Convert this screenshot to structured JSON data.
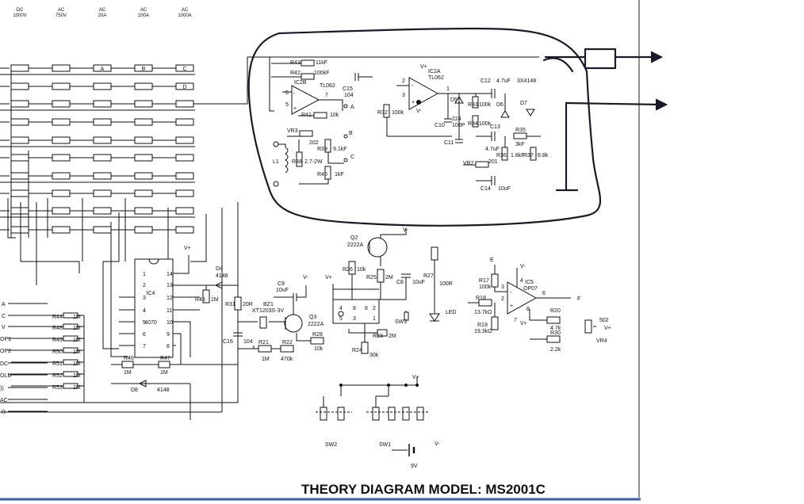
{
  "range_headers": [
    {
      "mode": "DC",
      "value": "1000V"
    },
    {
      "mode": "AC",
      "value": "750V"
    },
    {
      "mode": "AC",
      "value": "20A"
    },
    {
      "mode": "AC",
      "value": "200A"
    },
    {
      "mode": "AC",
      "value": "1000A"
    }
  ],
  "switch_letters": [
    "A",
    "B",
    "C",
    "D"
  ],
  "left_labels": [
    "A",
    "C",
    "V",
    "OP1",
    "OP2",
    "DC",
    "OLD",
    "))",
    "AC",
    "R"
  ],
  "resistor_column": [
    {
      "ref": "R44",
      "value": "1M"
    },
    {
      "ref": "R48",
      "value": "1M"
    },
    {
      "ref": "R49",
      "value": "1M"
    },
    {
      "ref": "R50",
      "value": "1M"
    },
    {
      "ref": "R51",
      "value": "1M"
    },
    {
      "ref": "R52",
      "value": "1M"
    },
    {
      "ref": "R53",
      "value": "1M"
    }
  ],
  "components": {
    "r43": "R43",
    "r43v": "11kF",
    "r42": "R42",
    "r42v": "100kF",
    "c15": "C15",
    "c15v": "104",
    "ic2b": "IC2B",
    "ic2b_type": "TL062",
    "r41": "R41",
    "r41v": "10k",
    "vr3": "VR3",
    "vr3v": "202",
    "l1": "L1",
    "r38": "R38",
    "r38v": "2.7-2W",
    "r39": "R39",
    "r39v": "9.1kF",
    "r40": "R40",
    "r40v": "1kF",
    "node_a": "A",
    "node_b": "B",
    "node_c": "C",
    "ic2a": "IC2A",
    "ic2a_type": "TL062",
    "r32": "R32",
    "r32v": "100k",
    "c10": "C10",
    "c10v": "100P",
    "c11": "C11",
    "c11v": "224",
    "d5": "D5",
    "d6": "D6",
    "d7": "D7",
    "r33": "R33",
    "r33v": "100k",
    "r34": "R34",
    "r34v": "100k",
    "c12": "C12",
    "c12v": "4.7uF",
    "c13": "C13",
    "c13v": "4.7uF",
    "diodes": "3X4148",
    "r35": "R35",
    "r35v": "3kF",
    "r36": "R36",
    "r36v": "1.8kF",
    "r37": "R37",
    "r37v": "6.8k",
    "vr2": "VR2",
    "vr2v": "201",
    "c14": "C14",
    "c14v": "10uF",
    "ic4": "IC4",
    "ic4_type": "4070",
    "d4": "D4",
    "d4v": "4148",
    "r45": "R45",
    "r45v": "1M",
    "r46": "R46",
    "r46v": "1M",
    "r47": "R47",
    "r47v": "1M",
    "d8": "D8",
    "d8v": "4148",
    "r31": "R31",
    "r31v": "20R",
    "c16": "C16",
    "c16v": "104",
    "c9": "C9",
    "c9v": "10uF",
    "bz1": "BZ1",
    "bz1v": "XT1203S-3V",
    "q3": "Q3",
    "q3v": "2222A",
    "r21": "R21",
    "r21v": "1M",
    "r22": "R22",
    "r22v": "470k",
    "r28": "R28",
    "r28v": "10k",
    "q2": "Q2",
    "q2v": "2222A",
    "r26": "R26",
    "r26v": "10k",
    "r25": "R25",
    "r25v": "2M",
    "c8": "C8",
    "c8v": "10uF",
    "r27": "R27",
    "r27v": "100R",
    "led": "LED",
    "sw3": "SW3",
    "r23": "R23",
    "r23v": "2M",
    "r24": "R24",
    "r24v": "30k",
    "r17": "R17",
    "r17v": "100k",
    "r18": "R18",
    "r18v": "13.7kΩ",
    "r19": "R19",
    "r19v": "19.3kΩ",
    "ic5": "IC5",
    "ic5_type": "OP07",
    "r20": "R20",
    "r20v": "4.7k",
    "r30": "R30",
    "r30v": "2.2k",
    "vr4": "VR4",
    "vr4v": "502",
    "node_e": "E",
    "node_f": "F",
    "sw1": "SW1",
    "sw2": "SW2",
    "battery": "9V",
    "vplus": "V+",
    "vminus": "V-"
  },
  "title": "THEORY DIAGRAM  MODEL: MS2001C",
  "colors": {
    "ink": "#1a1a2a",
    "rule": "#3b5fa8",
    "line": "#111111"
  }
}
